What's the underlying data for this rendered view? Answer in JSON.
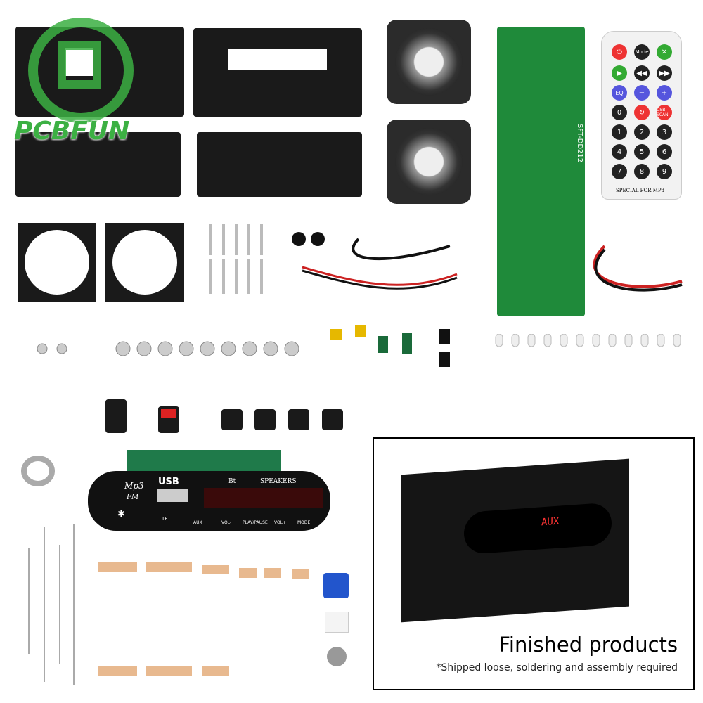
{
  "logo": {
    "text": "PCBFUN",
    "color": "#3cb043"
  },
  "remote": {
    "buttons": [
      "Mode",
      "EQ",
      "USB SCAN",
      "0",
      "1",
      "2",
      "3",
      "4",
      "5",
      "6",
      "7",
      "8",
      "9"
    ],
    "label": "SPECIAL FOR MP3"
  },
  "pcb": {
    "label": "SFT-DD212"
  },
  "module": {
    "brand_top": "Mp3",
    "brand_bottom": "FM",
    "usb": "USB",
    "tf": "TF",
    "aux": "AUX",
    "title_bt": "Bt",
    "title": "SPEAKERS",
    "buttons": [
      "VOL-",
      "PLAY/PAUSE",
      "VOL+",
      "MODE"
    ]
  },
  "finished": {
    "title": "Finished products",
    "note": "*Shipped loose, soldering and assembly required",
    "display": "AUX"
  },
  "colors": {
    "accent": "#3cb043",
    "panel": "#1a1a1a",
    "pcb": "#1f8a3a"
  }
}
